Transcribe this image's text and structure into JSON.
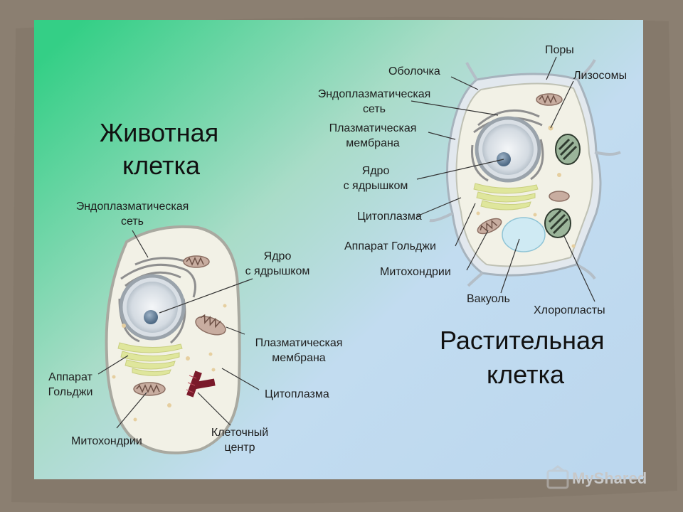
{
  "animal": {
    "title_line1": "Животная",
    "title_line2": "клетка",
    "labels": {
      "er_1": "Эндоплазматическая",
      "er_2": "сеть",
      "nucleus_1": "Ядро",
      "nucleus_2": "с ядрышком",
      "membrane_1": "Плазматическая",
      "membrane_2": "мембрана",
      "cytoplasm": "Цитоплазма",
      "golgi_1": "Аппарат",
      "golgi_2": "Гольджи",
      "mito": "Митохондрии",
      "centrosome_1": "Клеточный",
      "centrosome_2": "центр"
    }
  },
  "plant": {
    "title_line1": "Растительная",
    "title_line2": "клетка",
    "labels": {
      "pores": "Поры",
      "wall": "Оболочка",
      "lysosomes": "Лизосомы",
      "er_1": "Эндоплазматическая",
      "er_2": "сеть",
      "membrane_1": "Плазматическая",
      "membrane_2": "мембрана",
      "nucleus_1": "Ядро",
      "nucleus_2": "с ядрышком",
      "cytoplasm": "Цитоплазма",
      "golgi": "Аппарат Гольджи",
      "mito": "Митохондрии",
      "vacuole": "Вакуоль",
      "chloroplasts": "Хлоропласты"
    }
  },
  "watermark": {
    "text": "MyShared"
  },
  "colors": {
    "frame": "#857a6c",
    "bg_green": "#3ed38a",
    "bg_blue": "#b9d9f0",
    "cell": "#f3f1e6",
    "golgi": "#e2e8a0",
    "mito": "#c9b0a2",
    "centrosome": "#7a1a2a",
    "vacuole": "#cfeaf3",
    "chloroplast": "#2f3b2f"
  }
}
